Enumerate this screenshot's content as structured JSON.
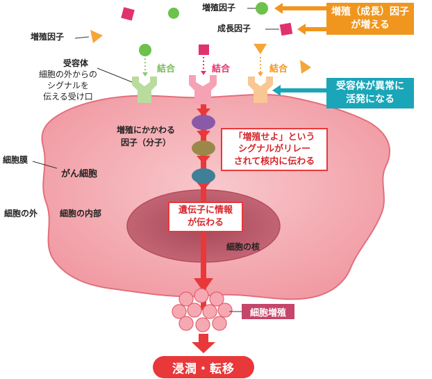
{
  "labels": {
    "growth_factor_top": "増殖因子",
    "growth_factor_mid": "成長因子",
    "growth_factor_left": "増殖因子",
    "receptor_title": "受容体",
    "receptor_desc_1": "細胞の外からの",
    "receptor_desc_2": "シグナルを",
    "receptor_desc_3": "伝える受け口",
    "binding": "結合",
    "relay_proteins_1": "増殖にかかわる",
    "relay_proteins_2": "因子（分子）",
    "cell_membrane": "細胞膜",
    "cancer_cell": "がん細胞",
    "outside_cell": "細胞の外",
    "inside_cell": "細胞の内部",
    "nucleus": "細胞の核"
  },
  "callouts": {
    "factor_increase_1": "増殖（成長）因子",
    "factor_increase_2": "が増える",
    "receptor_abnormal_1": "受容体が異常に",
    "receptor_abnormal_2": "活発になる",
    "signal_relay_1": "「増殖せよ」という",
    "signal_relay_2": "シグナルがリレー",
    "signal_relay_3": "されて核内に伝わる",
    "gene_info_1": "遺伝子に情報",
    "gene_info_2": "が伝わる"
  },
  "cell_proliferation": "細胞増殖",
  "outcome": "浸潤・転移",
  "colors": {
    "orange": "#f0961e",
    "teal": "#1aa5b8",
    "red": "#e8383a",
    "cell_pink": "#f4a5ac",
    "nucleus": "#b3535f",
    "green_factor": "#6cc24a",
    "magenta_factor": "#e0326c",
    "orange_factor": "#f5a53a"
  },
  "icons": [
    "green-circle-factor-icon",
    "magenta-square-factor-icon",
    "orange-triangle-factor-icon",
    "receptor-icon",
    "relay-molecule-icon",
    "cell-cluster-icon",
    "arrow-icon"
  ]
}
